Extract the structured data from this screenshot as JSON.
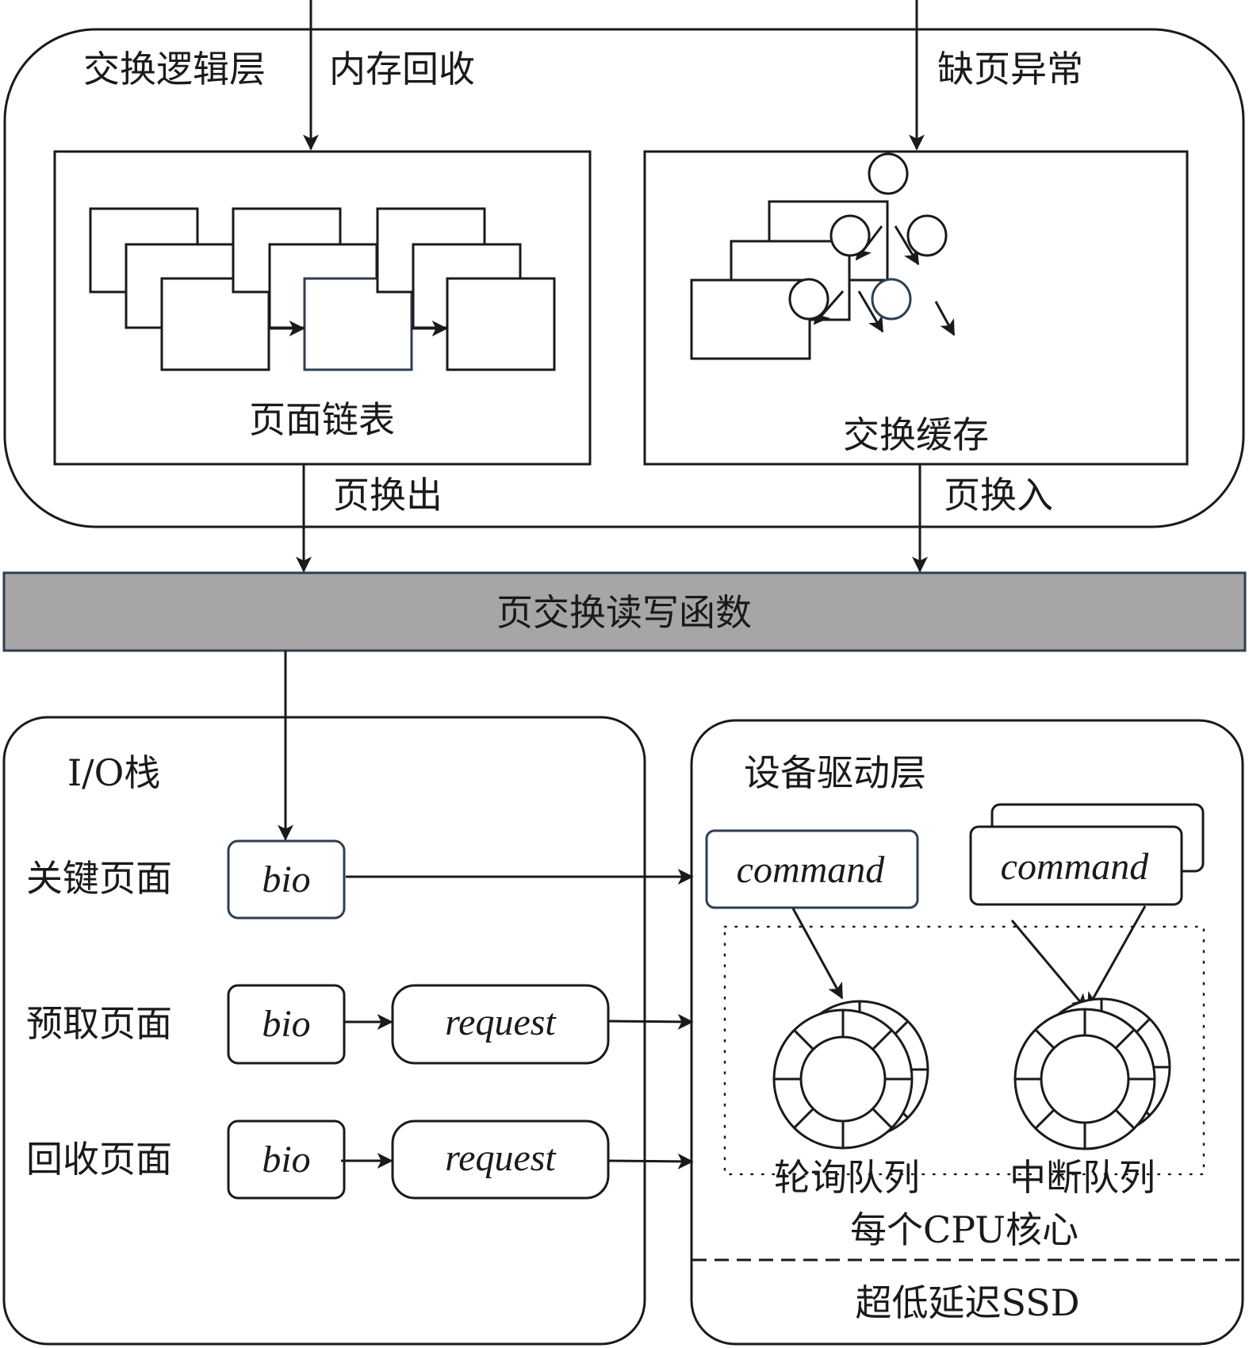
{
  "swap_logic_layer": {
    "title": "交换逻辑层",
    "memory_reclaim_label": "内存回收",
    "page_fault_label": "缺页异常",
    "page_list": {
      "label": "页面链表"
    },
    "swap_cache": {
      "label": "交换缓存"
    },
    "page_out_label": "页换出",
    "page_in_label": "页换入"
  },
  "swap_rw_functions": {
    "label": "页交换读写函数",
    "fill_color": "#a7a5a6"
  },
  "io_stack": {
    "title": "I/O栈",
    "rows": [
      {
        "label": "关键页面",
        "bio": "bio"
      },
      {
        "label": "预取页面",
        "bio": "bio",
        "request": "request"
      },
      {
        "label": "回收页面",
        "bio": "bio",
        "request": "request"
      }
    ]
  },
  "device_driver_layer": {
    "title": "设备驱动层",
    "command_left": "command",
    "command_right": "command",
    "polling_queue_label": "轮询队列",
    "interrupt_queue_label": "中断队列",
    "per_cpu_core_label": "每个CPU核心",
    "ssd_label": "超低延迟SSD"
  }
}
